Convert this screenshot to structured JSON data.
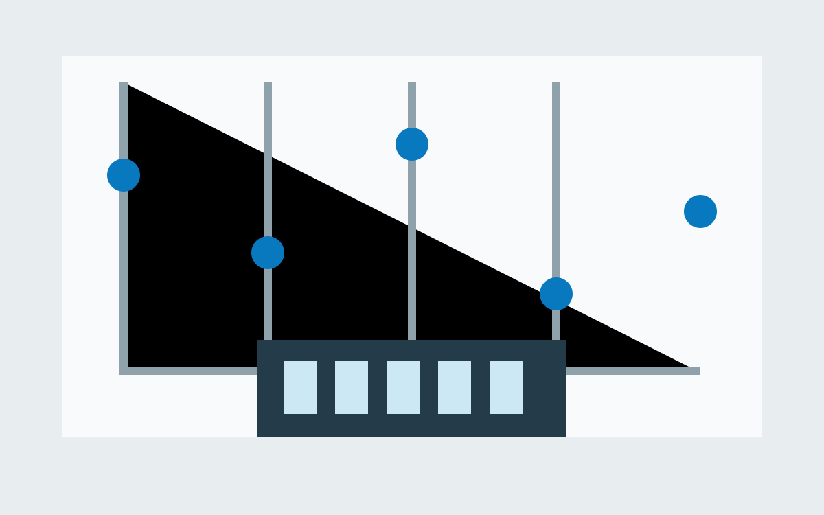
{
  "colors": {
    "page_background": "#e8eef0",
    "panel_background": "#f8fafc",
    "triangle_fill": "#000000",
    "axis_stroke": "#8fa1ab",
    "pole_stroke": "#8fa1ab",
    "marker_fill": "#0979bf",
    "console_fill": "#243b4a",
    "slot_fill": "#cce8f5"
  },
  "diagram": {
    "pole_count": 4,
    "marker_count": 5,
    "slot_count": 5,
    "marker_levels": [
      0.68,
      0.41,
      0.79,
      0.27,
      0.56
    ]
  },
  "icons": {
    "marker": "circle-dot",
    "slot": "rectangle-block"
  }
}
